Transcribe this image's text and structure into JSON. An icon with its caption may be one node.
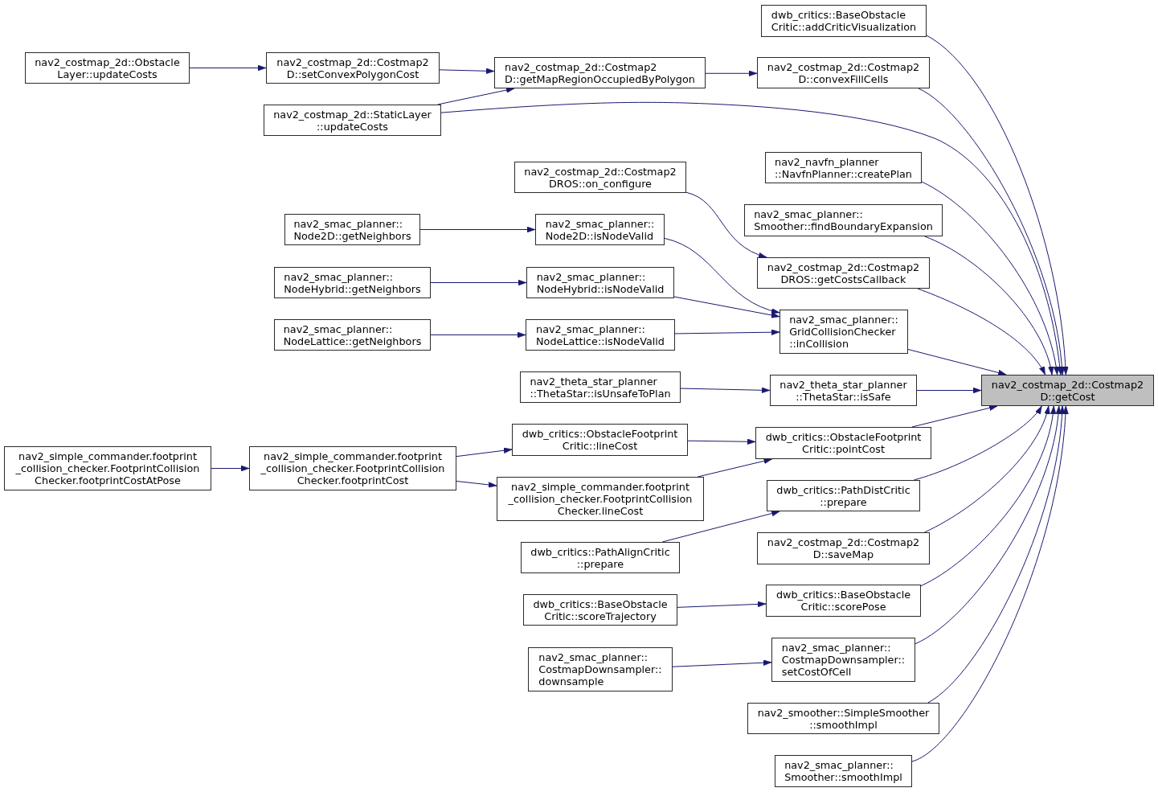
{
  "diagram": {
    "nodes": [
      {
        "text": [
          "dwb_critics::BaseObstacle Critic::addCriticVisualization"
        ]
      },
      {
        "text": [
          "nav2_costmap_2d::Obstacle Layer::updateCosts"
        ]
      },
      {
        "text": [
          "nav2_costmap_2d::Costmap2 D::setConvexPolygonCost"
        ]
      },
      {
        "text": [
          "nav2_costmap_2d::Costmap2 D::getMapRegionOccupiedByPolygon"
        ]
      },
      {
        "text": [
          "nav2_costmap_2d::Costmap2 D::convexFillCells"
        ]
      },
      {
        "text": [
          "nav2_costmap_2d::StaticLayer ::updateCosts"
        ]
      },
      {
        "text": [
          "nav2_navfn_planner ::NavfnPlanner::createPlan"
        ]
      },
      {
        "text": [
          "nav2_costmap_2d::Costmap2 DROS::on_configure"
        ]
      },
      {
        "text": [
          "nav2_smac_planner:: Smoother::findBoundaryExpansion"
        ]
      },
      {
        "text": [
          "nav2_smac_planner:: Node2D::getNeighbors"
        ]
      },
      {
        "text": [
          "nav2_smac_planner:: Node2D::isNodeValid"
        ]
      },
      {
        "text": [
          "nav2_costmap_2d::Costmap2 DROS::getCostsCallback"
        ]
      },
      {
        "text": [
          "nav2_smac_planner:: NodeHybrid::getNeighbors"
        ]
      },
      {
        "text": [
          "nav2_smac_planner:: NodeHybrid::isNodeValid"
        ]
      },
      {
        "text": [
          "nav2_smac_planner:: GridCollisionChecker ::inCollision"
        ]
      },
      {
        "text": [
          "nav2_smac_planner:: NodeLattice::getNeighbors"
        ]
      },
      {
        "text": [
          "nav2_smac_planner:: NodeLattice::isNodeValid"
        ]
      },
      {
        "text": [
          "nav2_theta_star_planner ::ThetaStar::isUnsafeToPlan"
        ]
      },
      {
        "text": [
          "nav2_theta_star_planner ::ThetaStar::isSafe"
        ]
      },
      {
        "text": [
          "nav2_costmap_2d::Costmap2 D::getCost"
        ]
      },
      {
        "text": [
          "dwb_critics::ObstacleFootprint Critic::lineCost"
        ]
      },
      {
        "text": [
          "dwb_critics::ObstacleFootprint Critic::pointCost"
        ]
      },
      {
        "text": [
          "nav2_simple_commander.footprint _collision_checker.FootprintCollision Checker.footprintCostAtPose"
        ]
      },
      {
        "text": [
          "nav2_simple_commander.footprint _collision_checker.FootprintCollision Checker.footprintCost"
        ]
      },
      {
        "text": [
          "nav2_simple_commander.footprint _collision_checker.FootprintCollision Checker.lineCost"
        ]
      },
      {
        "text": [
          "dwb_critics::PathDistCritic ::prepare"
        ]
      },
      {
        "text": [
          "nav2_costmap_2d::Costmap2 D::saveMap"
        ]
      },
      {
        "text": [
          "dwb_critics::PathAlignCritic ::prepare"
        ]
      },
      {
        "text": [
          "dwb_critics::BaseObstacle Critic::scorePose"
        ]
      },
      {
        "text": [
          "dwb_critics::BaseObstacle Critic::scoreTrajectory"
        ]
      },
      {
        "text": [
          "nav2_smac_planner:: CostmapDownsampler:: setCostOfCell"
        ]
      },
      {
        "text": [
          "nav2_smac_planner:: CostmapDownsampler:: downsample"
        ]
      },
      {
        "text": [
          "nav2_smoother::SimpleSmoother ::smoothImpl"
        ]
      },
      {
        "text": [
          "nav2_smac_planner:: Smoother::smoothImpl"
        ]
      }
    ],
    "edges": [
      {
        "from": 1,
        "to": 2,
        "arrow": "to"
      },
      {
        "from": 2,
        "to": 3,
        "arrow": "to"
      },
      {
        "from": 5,
        "to": 3,
        "arrow": "to"
      },
      {
        "from": 3,
        "to": 4,
        "arrow": "to"
      },
      {
        "from": 0,
        "to": 19,
        "arrow": "to"
      },
      {
        "from": 4,
        "to": 19,
        "arrow": "to"
      },
      {
        "from": 5,
        "to": 19,
        "arrow": "to"
      },
      {
        "from": 6,
        "to": 19,
        "arrow": "to"
      },
      {
        "from": 8,
        "to": 19,
        "arrow": "to"
      },
      {
        "from": 7,
        "to": 11,
        "arrow": "to"
      },
      {
        "from": 11,
        "to": 19,
        "arrow": "to"
      },
      {
        "from": 9,
        "to": 10,
        "arrow": "to"
      },
      {
        "from": 10,
        "to": 14,
        "arrow": "to"
      },
      {
        "from": 12,
        "to": 13,
        "arrow": "to"
      },
      {
        "from": 13,
        "to": 14,
        "arrow": "to"
      },
      {
        "from": 15,
        "to": 16,
        "arrow": "to"
      },
      {
        "from": 16,
        "to": 14,
        "arrow": "to"
      },
      {
        "from": 14,
        "to": 19,
        "arrow": "to"
      },
      {
        "from": 17,
        "to": 18,
        "arrow": "to"
      },
      {
        "from": 18,
        "to": 19,
        "arrow": "to"
      },
      {
        "from": 22,
        "to": 23,
        "arrow": "to"
      },
      {
        "from": 23,
        "to": 20,
        "arrow": "to"
      },
      {
        "from": 23,
        "to": 24,
        "arrow": "to"
      },
      {
        "from": 20,
        "to": 21,
        "arrow": "to"
      },
      {
        "from": 24,
        "to": 21,
        "arrow": "to"
      },
      {
        "from": 21,
        "to": 19,
        "arrow": "to"
      },
      {
        "from": 27,
        "to": 25,
        "arrow": "to"
      },
      {
        "from": 25,
        "to": 19,
        "arrow": "to"
      },
      {
        "from": 26,
        "to": 19,
        "arrow": "to"
      },
      {
        "from": 29,
        "to": 28,
        "arrow": "to"
      },
      {
        "from": 28,
        "to": 19,
        "arrow": "to"
      },
      {
        "from": 31,
        "to": 30,
        "arrow": "to"
      },
      {
        "from": 30,
        "to": 19,
        "arrow": "to"
      },
      {
        "from": 32,
        "to": 19,
        "arrow": "to"
      },
      {
        "from": 33,
        "to": 19,
        "arrow": "to"
      }
    ]
  }
}
